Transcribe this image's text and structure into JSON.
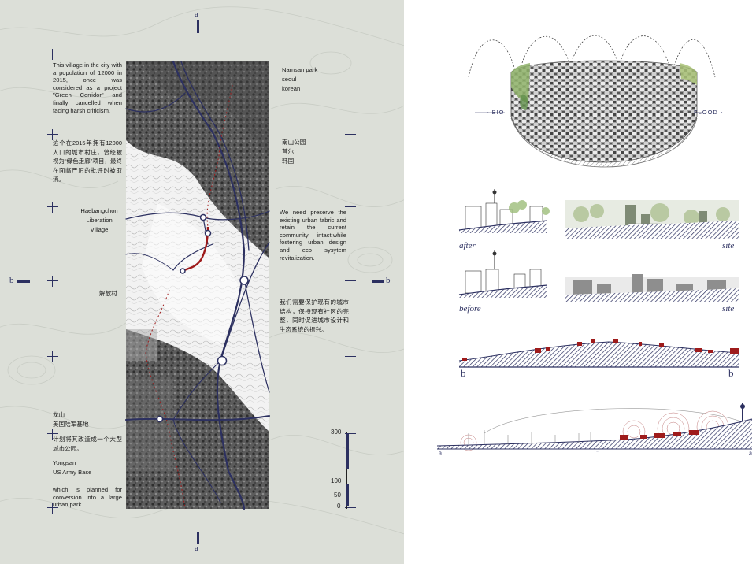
{
  "left_page": {
    "intro_en": "This village in the city with a population of 12000 in 2015, once was considered as a project \"Green Corridor\" and finally cancelled when facing harsh criticism.",
    "intro_zh": "这个在2015年拥有12000人口的城市村庄，曾经被视为“绿色走廊”项目，最终在面临严厉的批评时被取消。",
    "namsan_en": [
      "Namsan park",
      "seoul",
      "korean"
    ],
    "namsan_zh": [
      "南山公园",
      "首尔",
      "韩国"
    ],
    "village_en": [
      "Haebangchon",
      "Liberation",
      "Village"
    ],
    "village_zh": "解放村",
    "preserve_en": "We need preserve the existing urban fabric and retain the current community intact,while fostering urban design and eco sysytem revitalization.",
    "preserve_zh": "我们需要保护现有的城市结构，保持现有社区的完整，同时促进城市设计和生态系统的振兴。",
    "yongsan_zh": [
      "龙山",
      "美国陆军基地"
    ],
    "plan_zh": "计划将其改造成一个大型城市公园。",
    "yongsan_en": [
      "Yongsan",
      "US Army Base"
    ],
    "plan_en": "which is planned for conversion into a large urban park.",
    "scale_values": [
      "300",
      "100",
      "50",
      "0"
    ],
    "section_marks": {
      "a_top": "a",
      "a_bottom": "a",
      "b_left": "b",
      "b_right": "b"
    },
    "colors": {
      "accent_blue": "#2c3060",
      "accent_red": "#9e1b1b",
      "page_bg": "#dcdfd8"
    }
  },
  "right_page": {
    "dome_labels": {
      "left": "- BIO",
      "right": "FLOOD -"
    },
    "section_labels": {
      "after": "after",
      "site1": "site",
      "before": "before",
      "site2": "site",
      "bb_left": "b",
      "bb_mid": "-",
      "bb_right": "b",
      "aa_left": "a",
      "aa_mid": "-",
      "aa_right": "a"
    }
  }
}
